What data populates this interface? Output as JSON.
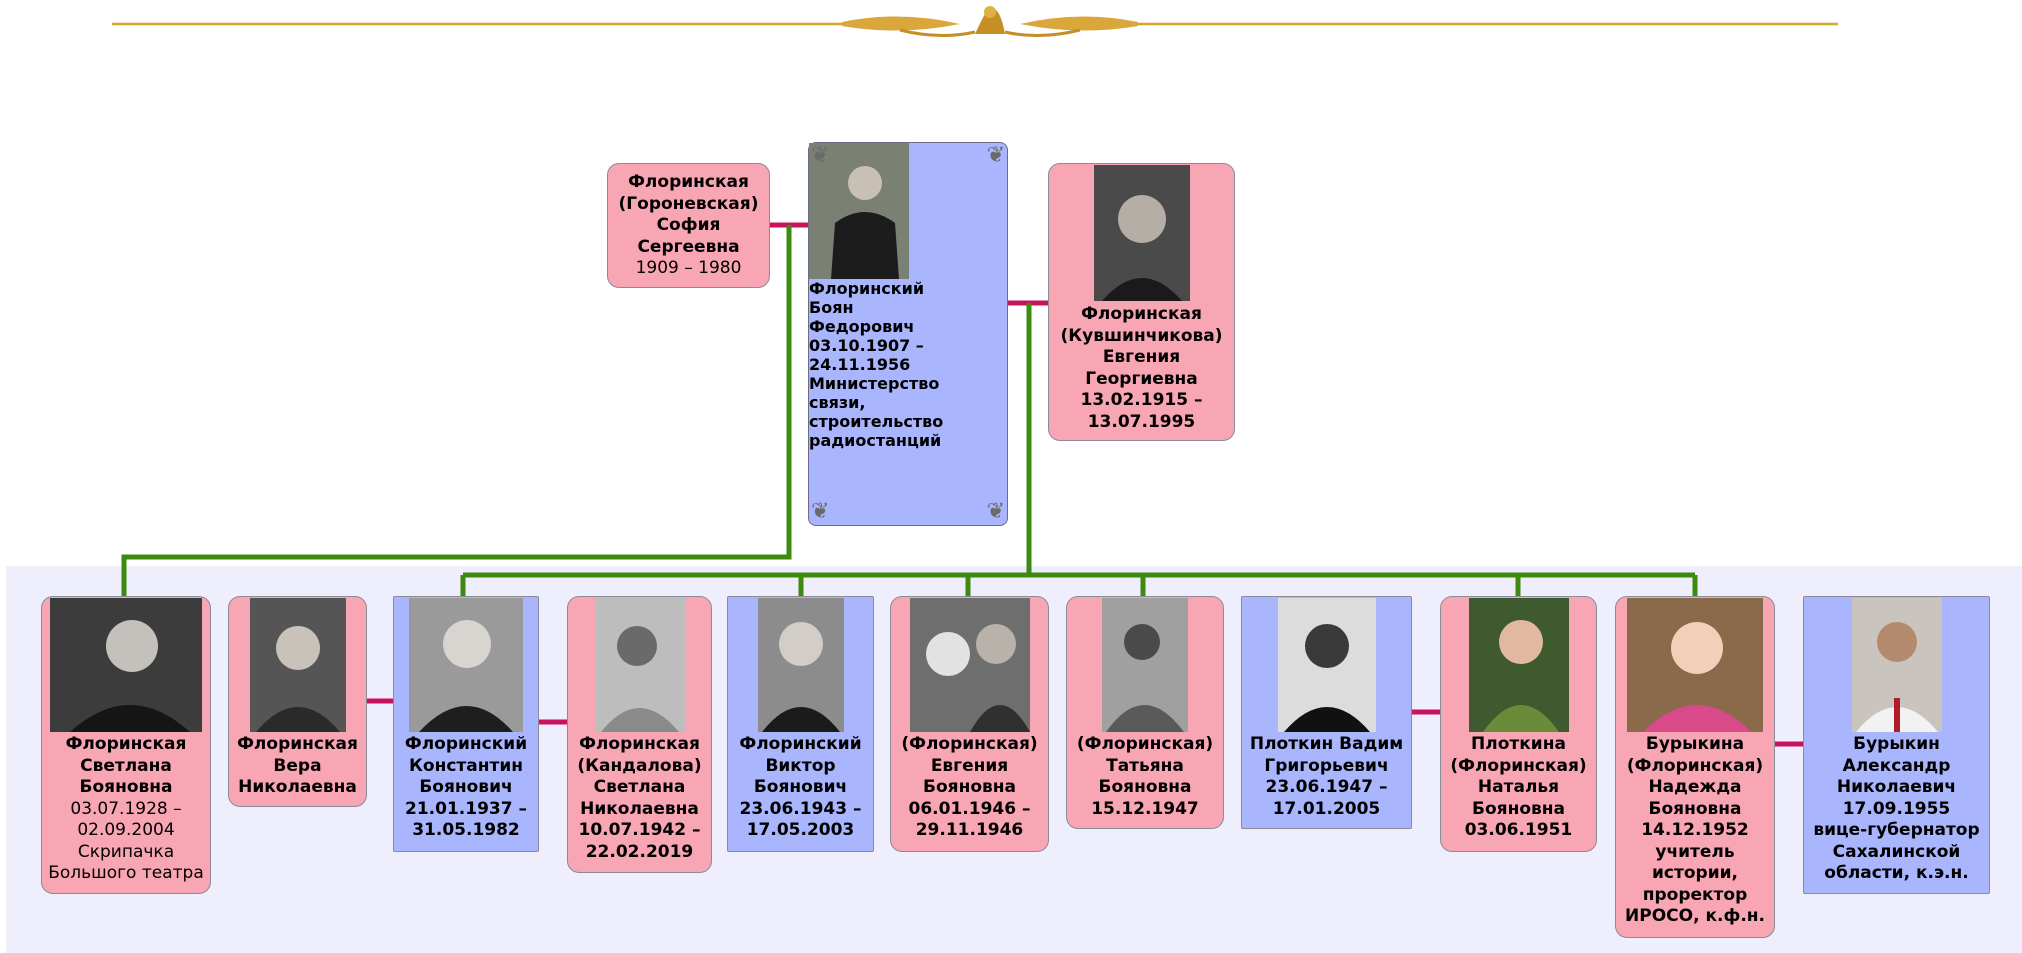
{
  "colors": {
    "female": "#f8a5b4",
    "male": "#a9b5fc",
    "child_line": "#3d8a0e",
    "spouse_line": "#c8135c",
    "ornament": "#d4a42a"
  },
  "root": {
    "name": [
      "Флоринский",
      "Боян",
      "Федорович"
    ],
    "dates": [
      "03.10.1907 –",
      "24.11.1956"
    ],
    "note": [
      "Министерство",
      "связи,",
      "строительство",
      "радиостанций"
    ]
  },
  "spouse_left": {
    "name": [
      "Флоринская",
      "(Гороневская)",
      "София",
      "Сергеевна"
    ],
    "dates": [
      "1909 – 1980"
    ]
  },
  "spouse_right": {
    "name": [
      "Флоринская",
      "(Кувшинчикова)",
      "Евгения",
      "Георгиевна",
      "13.02.1915 –",
      "13.07.1995"
    ]
  },
  "children": [
    {
      "name": [
        "Флоринская",
        "Светлана",
        "Бояновна"
      ],
      "info": [
        "03.07.1928 –",
        "02.09.2004",
        "Скрипачка",
        "Большого театра"
      ]
    },
    {
      "name": [
        "Флоринская",
        "Вера",
        "Николаевна"
      ],
      "info": []
    },
    {
      "name": [
        "Флоринский",
        "Константин",
        "Боянович",
        "21.01.1937 –",
        "31.05.1982"
      ],
      "info": []
    },
    {
      "name": [
        "Флоринская",
        "(Кандалова)",
        "Светлана",
        "Николаевна",
        "10.07.1942 –",
        "22.02.2019"
      ],
      "info": []
    },
    {
      "name": [
        "Флоринский",
        "Виктор",
        "Боянович",
        "23.06.1943 –",
        "17.05.2003"
      ],
      "info": []
    },
    {
      "name": [
        "(Флоринская)",
        "Евгения",
        "Бояновна",
        "06.01.1946 –",
        "29.11.1946"
      ],
      "info": []
    },
    {
      "name": [
        "(Флоринская)",
        "Татьяна",
        "Бояновна",
        "15.12.1947"
      ],
      "info": []
    },
    {
      "name": [
        "Плоткин Вадим",
        "Григорьевич",
        "23.06.1947 –",
        "17.01.2005"
      ],
      "info": []
    },
    {
      "name": [
        "Плоткина",
        "(Флоринская)",
        "Наталья",
        "Бояновна",
        "03.06.1951"
      ],
      "info": []
    },
    {
      "name": [
        "Бурыкина",
        "(Флоринская)",
        "Надежда",
        "Бояновна",
        "14.12.1952",
        "учитель",
        "истории,",
        "проректор",
        "ИРОСО, к.ф.н."
      ],
      "info": []
    },
    {
      "name": [
        "Бурыкин",
        "Александр",
        "Николаевич",
        "17.09.1955",
        "вице-губернатор",
        "Сахалинской",
        "области, к.э.н."
      ],
      "info": []
    }
  ]
}
